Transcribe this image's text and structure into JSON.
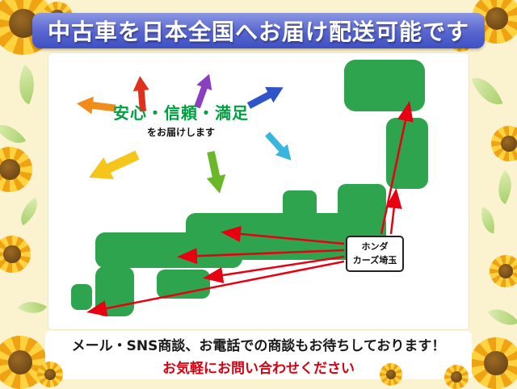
{
  "banner": {
    "title": "中古車を日本全国へお届け配送可能です"
  },
  "promo": {
    "headline": "安心・信頼・満足",
    "subline": "をお届けします"
  },
  "dealer_label": {
    "line1": "ホンダ",
    "line2": "カーズ埼玉"
  },
  "footer": {
    "line1": "メール・SNS商談、お電話での商談もお待ちしております！",
    "line2": "お気軽にお問い合わせください"
  },
  "colors": {
    "banner_gradient_top": "#8b96e2",
    "banner_gradient_bottom": "#3e50c3",
    "map_green": "#2ea44f",
    "delivery_arrow_red": "#e60012",
    "headline_green": "#00a040",
    "footer_emphasis_red": "#dd0011",
    "frame_background": "#fbf2cf",
    "decorative_arrow_colors": [
      "#e0301e",
      "#8a3fc0",
      "#2f55c8",
      "#ef8c1a",
      "#38b6dd",
      "#f6c51b",
      "#6ab82a"
    ]
  }
}
